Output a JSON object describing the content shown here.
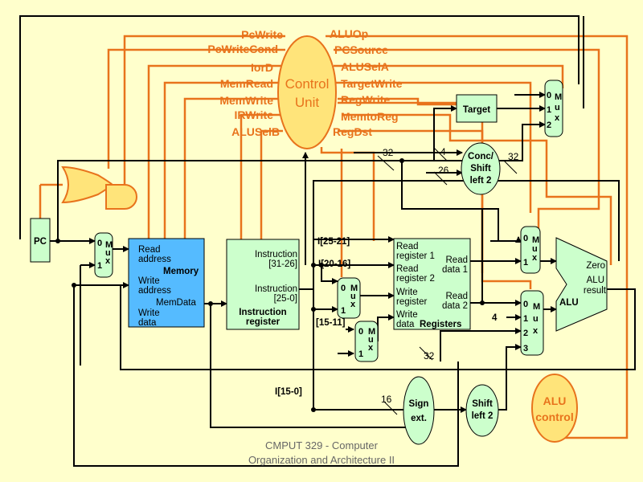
{
  "control_unit": {
    "line1": "Control",
    "line2": "Unit"
  },
  "signals_left": [
    "PcWrite",
    "PcWriteCond",
    "IorD",
    "MemRead",
    "MemWrite",
    "IRWrite",
    "ALUSelB"
  ],
  "signals_right": [
    "ALUOp",
    "PCSource",
    "ALUSelA",
    "TargetWrite",
    "RegWrite",
    "MemtoReg",
    "RegDst"
  ],
  "pc": {
    "label": "PC"
  },
  "memory": {
    "read_address": [
      "Read",
      "address"
    ],
    "write_address": [
      "Write",
      "address"
    ],
    "write_data": [
      "Write",
      "data"
    ],
    "title": "Memory",
    "mem_data": "MemData"
  },
  "instruction_register": {
    "in1": [
      "Instruction",
      "[31-26]"
    ],
    "in2": [
      "Instruction",
      "[25-0]"
    ],
    "title": [
      "Instruction",
      "register"
    ]
  },
  "fields": {
    "f1": "I[25-21]",
    "f2": "I[20-16]",
    "f3": "[15-11]",
    "f4": "I[15-0]"
  },
  "registers": {
    "read_reg1": [
      "Read",
      "register 1"
    ],
    "read_reg2": [
      "Read",
      "register 2"
    ],
    "write_reg": [
      "Write",
      "register"
    ],
    "write_data": "Write",
    "data_label": "data",
    "read_data1": [
      "Read",
      "data 1"
    ],
    "read_data2": [
      "Read",
      "data 2"
    ],
    "title": "Registers"
  },
  "target": {
    "label": "Target"
  },
  "shift_top": {
    "line1": "Conc/",
    "line2": "Shift",
    "line3": "left 2"
  },
  "shift_bottom": {
    "line1": "Shift",
    "line2": "left 2"
  },
  "sign_ext": {
    "line1": "Sign",
    "line2": "ext."
  },
  "alu": {
    "zero": "Zero",
    "alu": "ALU",
    "result": "result",
    "name": "ALU"
  },
  "alu_control": {
    "line1": "ALU",
    "line2": "control"
  },
  "bit_widths": {
    "w32a": "32",
    "w4": "4",
    "w26": "26",
    "w32b": "32",
    "w32c": "32",
    "w16": "16",
    "four": "4"
  },
  "mux": {
    "m": "M",
    "u": "u",
    "x": "x",
    "d0": "0",
    "d1": "1",
    "d2": "2",
    "d3": "3"
  },
  "footer": {
    "line1": "CMPUT 329 - Computer",
    "line2": "Organization and Architecture II"
  },
  "colors": {
    "wire": "#000000",
    "control": "#E8731C",
    "unit_fill": "#FFE47A",
    "block_fill": "#CCFFCC",
    "memory_fill": "#55BBFF",
    "background": "#FFFFCC"
  }
}
